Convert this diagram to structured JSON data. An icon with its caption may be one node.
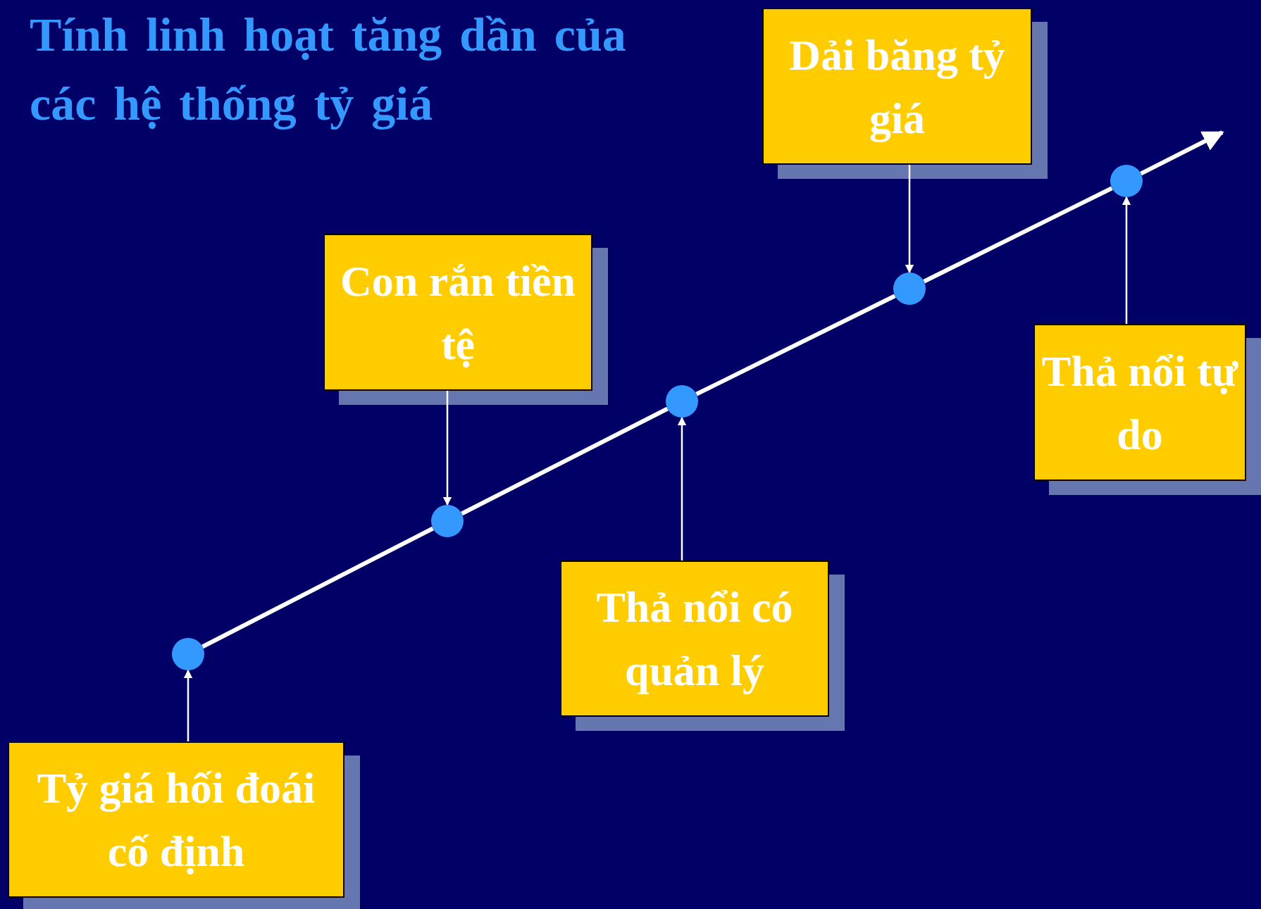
{
  "diagram": {
    "title": "Tính linh hoạt tăng dần của các hệ thống tỷ giá",
    "nodes": [
      {
        "text": [
          "Tỷ giá hối đoái cố định"
        ]
      },
      {
        "text": [
          "Con rắn tiền tệ"
        ]
      },
      {
        "text": [
          "Thả nổi có quản lý"
        ]
      },
      {
        "text": [
          "Dải băng tỷ giá"
        ]
      },
      {
        "text": [
          "Thả nổi tự do"
        ]
      },
      {
        "text": [],
        "shape": "circle"
      },
      {
        "text": [],
        "shape": "circle"
      },
      {
        "text": [],
        "shape": "circle"
      },
      {
        "text": [],
        "shape": "circle"
      },
      {
        "text": [],
        "shape": "circle"
      }
    ],
    "edges": [
      {
        "from": 5,
        "to": 6,
        "arrow": "none",
        "style": "thick"
      },
      {
        "from": 6,
        "to": 7,
        "arrow": "none",
        "style": "thick"
      },
      {
        "from": 7,
        "to": 8,
        "arrow": "none",
        "style": "thick"
      },
      {
        "from": 8,
        "to": 9,
        "arrow": "none",
        "style": "thick"
      },
      {
        "from": 9,
        "to": null,
        "arrow": "to",
        "style": "thick"
      },
      {
        "from": 0,
        "to": 5,
        "arrow": "to"
      },
      {
        "from": 1,
        "to": 6,
        "arrow": "to"
      },
      {
        "from": 2,
        "to": 7,
        "arrow": "to"
      },
      {
        "from": 3,
        "to": 8,
        "arrow": "to"
      },
      {
        "from": 4,
        "to": 9,
        "arrow": "to"
      }
    ]
  }
}
